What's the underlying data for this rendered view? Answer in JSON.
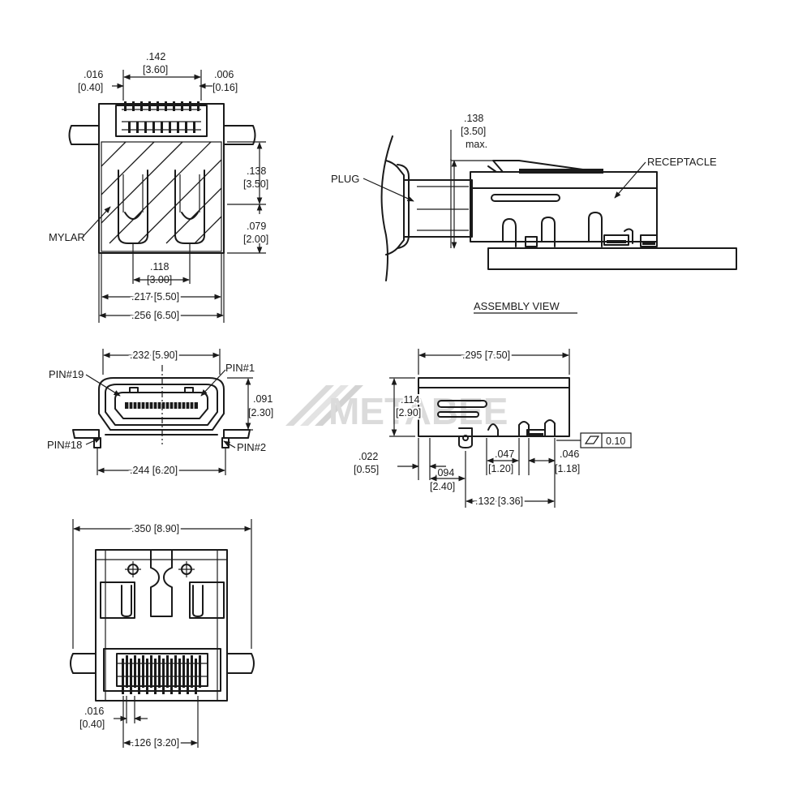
{
  "colors": {
    "ink": "#1a1a1a",
    "paper": "#ffffff",
    "watermark": "#d8d8d8"
  },
  "watermark": "METABEE",
  "top_view": {
    "dim_pitch_in": ".016",
    "dim_pitch_mm": "[0.40]",
    "dim_width_in": ".142",
    "dim_width_mm": "[3.60]",
    "dim_lead_in": ".006",
    "dim_lead_mm": "[0.16]",
    "dim_height_in": ".138",
    "dim_height_mm": "[3.50]",
    "dim_spring_in": ".079",
    "dim_spring_mm": "[2.00]",
    "dim_inner_in": ".118",
    "dim_inner_mm": "[3.00]",
    "dim_body": ".217  [5.50]",
    "dim_overall": ".256  [6.50]",
    "mylar_label": "MYLAR"
  },
  "assembly_view": {
    "dim_max_in": ".138",
    "dim_max_mm": "[3.50]",
    "dim_max_note": "max.",
    "plug_label": "PLUG",
    "receptacle_label": "RECEPTACLE",
    "title": "ASSEMBLY  VIEW"
  },
  "front_view": {
    "dim_opening": ".232  [5.90]",
    "pin19": "PIN#19",
    "pin1": "PIN#1",
    "pin18": "PIN#18",
    "pin2": "PIN#2",
    "dim_height_in": ".091",
    "dim_height_mm": "[2.30]",
    "dim_base": ".244  [6.20]"
  },
  "side_view": {
    "dim_length": ".295  [7.50]",
    "dim_height_in": ".114",
    "dim_height_mm": "[2.90]",
    "dim_front_in": ".022",
    "dim_front_mm": "[0.55]",
    "dim_post_in": ".094",
    "dim_post_mm": "[2.40]",
    "dim_tail_in": ".047",
    "dim_tail_mm": "[1.20]",
    "dim_foot_in": ".046",
    "dim_foot_mm": "[1.18]",
    "dim_span": ".132  [3.36]",
    "flatness_value": "0.10"
  },
  "bottom_view": {
    "dim_overall": ".350  [8.90]",
    "dim_pitch_in": ".016",
    "dim_pitch_mm": "[0.40]",
    "dim_pins": ".126  [3.20]"
  }
}
